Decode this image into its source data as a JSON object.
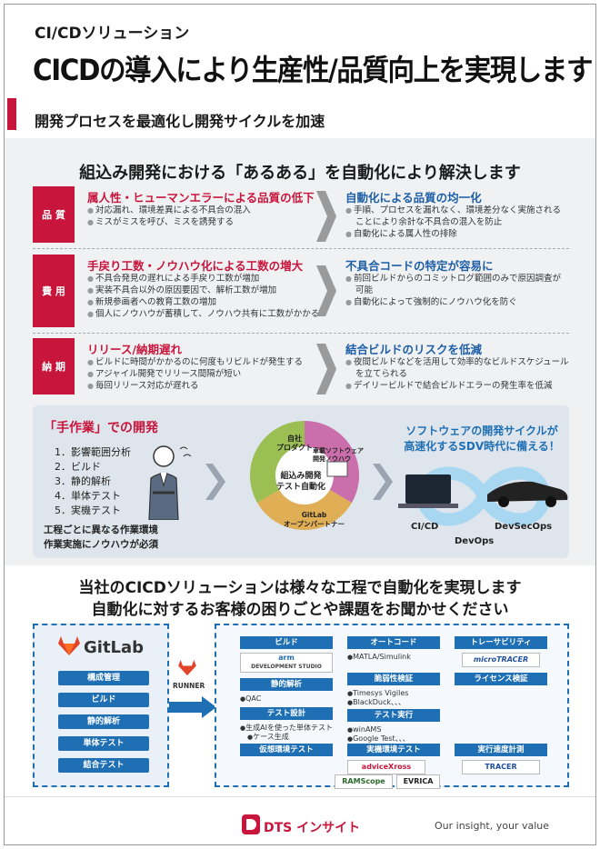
{
  "header": {
    "eyebrow": "CI/CDソリューション",
    "title": "CICDの導入により生産性/品質向上を実現します",
    "subtitle": "開発プロセスを最適化し開発サイクルを加速"
  },
  "section1_title": "組込み開発における「あるある」を自動化により解決します",
  "rows": [
    {
      "tag": "品 質",
      "problem": "属人性・ヒューマンエラーによる品質の低下",
      "problem_bullets": [
        "対応漏れ、環境差異による不具合の混入",
        "ミスがミスを呼び、ミスを誘発する"
      ],
      "solution": "自動化による品質の均一化",
      "solution_bullets": [
        "手順、プロセスを漏れなく、環境差分なく実施される",
        "ことにより余計な不具合の混入を防止",
        "自動化による属人性の排除"
      ]
    },
    {
      "tag": "費 用",
      "problem": "手戻り工数・ノウハウ化による工数の増大",
      "problem_bullets": [
        "不具合発見の遅れによる手戻り工数が増加",
        "実装不具合以外の原因要因で、解析工数が増加",
        "新規参画者への教育工数の増加",
        "個人にノウハウが蓄積して、ノウハウ共有に工数がかかる"
      ],
      "solution": "不具合コードの特定が容易に",
      "solution_bullets": [
        "前回ビルドからのコミットログ範囲のみで原因調査が",
        "可能",
        "自動化によって強制的にノウハウ化を防ぐ"
      ]
    },
    {
      "tag": "納 期",
      "problem": "リリース/納期遅れ",
      "problem_bullets": [
        "ビルドに時間がかかるのに何度もリビルドが発生する",
        "アジャイル開発でリリース間隔が短い",
        "毎回リリース対応が遅れる"
      ],
      "solution": "結合ビルドのリスクを低減",
      "solution_bullets": [
        "夜間ビルドなどを活用して効率的なビルドスケジュール",
        "を立てられる",
        "デイリービルドで結合ビルドエラーの発生率を低減"
      ]
    }
  ],
  "manual": {
    "title": "「手作業」での開発",
    "steps": [
      "1．影響範囲分析",
      "2．ビルド",
      "3．静的解析",
      "4．単体テスト",
      "5．実機テスト"
    ],
    "note_line1": "工程ごとに異なる作業環境",
    "note_line2": "作業実施にノウハウが必須"
  },
  "cycle": {
    "center_line1": "組込み開発",
    "center_line2": "テスト自動化",
    "seg_dts_line1": "自社",
    "seg_dts_line2": "プロダクト",
    "seg_embedded_line1": "車載ソフトウェア",
    "seg_embedded_line2": "開発ノウハウ",
    "seg_gitlab_line1": "GitLab",
    "seg_gitlab_line2": "オープンパートナー"
  },
  "sdv": {
    "line1": "ソフトウェアの開発サイクルが",
    "line2": "高速化するSDV時代に備える！",
    "cicd": "CI/CD",
    "devops": "DevOps",
    "devsecops": "DevSecOps"
  },
  "message": {
    "line1": "当社のCICDソリューションは様々な工程で自動化を実現します",
    "line2": "自動化に対するお客様の困りごとや課題をお聞かせください"
  },
  "gitlab": {
    "name": "GitLab",
    "buttons": [
      "構成管理",
      "ビルド",
      "静的解析",
      "単体テスト",
      "結合テスト"
    ],
    "runner": "RUNNER"
  },
  "tools": {
    "build": "ビルド",
    "build_logo_line1": "arm",
    "build_logo_line2": "DEVELOPMENT STUDIO",
    "static": "静的解析",
    "static_note": "QAC",
    "testdesign": "テスト設計",
    "testdesign_note1": "生成AIを使った単体テスト",
    "testdesign_note2": "ケース生成",
    "virtual": "仮想環境テスト",
    "autocode": "オートコード",
    "autocode_note": "MATLA/Simulink",
    "vuln": "脆弱性検証",
    "vuln_note1": "Timesys Vigiles",
    "vuln_note2": "BlackDuck、、、",
    "testexec": "テスト実行",
    "testexec_note1": "winAMS",
    "testexec_note2": "Google Test、、、",
    "realtest": "実機環境テスト",
    "logo_advice": "adviceXross",
    "logo_ramscope": "RAMScope",
    "logo_evrica": "EVRICA",
    "trace": "トレーサビリティ",
    "trace_logo": "microTRACER",
    "license": "ライセンス検証",
    "speed": "実行速度計測",
    "speed_logo": "TRACER"
  },
  "footer": {
    "company": "DTS インサイト",
    "tagline": "Our insight, your value"
  },
  "colors": {
    "accent_red": "#c8153c",
    "accent_blue": "#1f6fb4"
  }
}
